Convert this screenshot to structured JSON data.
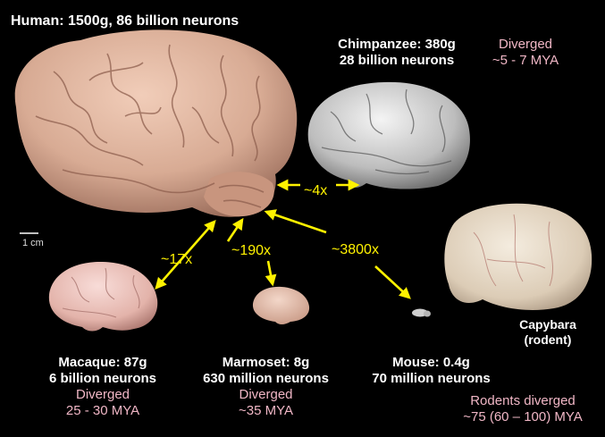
{
  "human": {
    "label": "Human: 1500g, 86 billion neurons"
  },
  "chimpanzee": {
    "line1": "Chimpanzee: 380g",
    "line2": "28 billion neurons",
    "diverged": "Diverged",
    "mya": "~5 - 7 MYA"
  },
  "scale_bar": {
    "label": "1 cm"
  },
  "ratios": {
    "chimp": "~4x",
    "macaque": "~17x",
    "marmoset": "~190x",
    "mouse": "~3800x"
  },
  "capybara": {
    "line1": "Capybara",
    "line2": "(rodent)"
  },
  "macaque": {
    "line1": "Macaque: 87g",
    "line2": "6 billion neurons",
    "diverged": "Diverged",
    "mya": "25 - 30 MYA"
  },
  "marmoset": {
    "line1": "Marmoset: 8g",
    "line2": "630 million neurons",
    "diverged": "Diverged",
    "mya": "~35 MYA"
  },
  "mouse": {
    "line1": "Mouse: 0.4g",
    "line2": "70 million neurons"
  },
  "rodents": {
    "line1": "Rodents diverged",
    "line2": "~75 (60 – 100) MYA"
  },
  "colors": {
    "ratio_arrow": "#fff200",
    "diverged_text": "#f1b7c6",
    "background": "#000000"
  }
}
